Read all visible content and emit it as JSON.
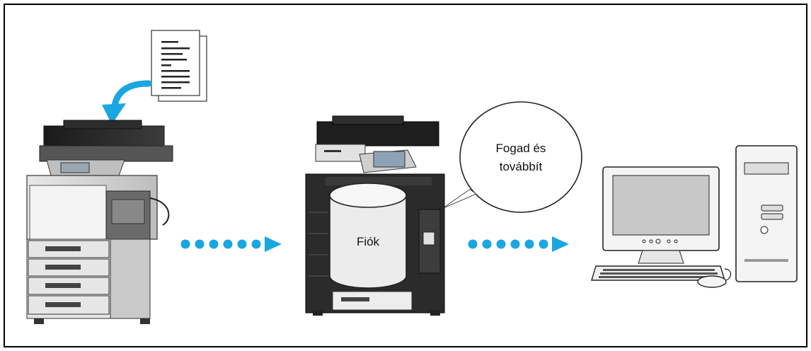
{
  "labels": {
    "box": "Fiók",
    "bubble_line1": "Fogad és",
    "bubble_line2": "továbbít"
  },
  "colors": {
    "arrow": "#1AA6E0",
    "border": "#000000",
    "device_dark": "#2a2a2a",
    "device_light": "#d9d9d9"
  },
  "icons": [
    "document-icon",
    "feed-arrow-icon",
    "source-copier-icon",
    "relay-copier-icon",
    "box-cylinder-icon",
    "speech-bubble-icon",
    "computer-icon",
    "flow-arrow-icon"
  ]
}
